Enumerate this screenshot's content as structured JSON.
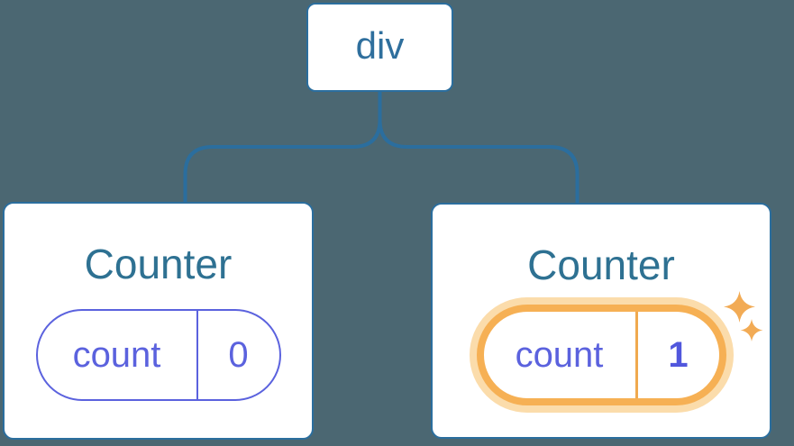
{
  "diagram": {
    "background_color": "#4b6772",
    "connector_color": "#2b6e9e",
    "root": {
      "label": "div",
      "text_color": "#2f6f9d",
      "border_color": "#2b6e9e"
    },
    "children": [
      {
        "title": "Counter",
        "title_color": "#2e7192",
        "highlighted": false,
        "pill": {
          "key": "count",
          "value": "0",
          "border_color": "#5b62de",
          "text_color": "#5b62de"
        }
      },
      {
        "title": "Counter",
        "title_color": "#2e7192",
        "highlighted": true,
        "pill": {
          "key": "count",
          "value": "1",
          "border_color": "#f6b054",
          "glow_color": "#fbdcab",
          "divider_color": "#f0a94e",
          "text_color": "#5b62de",
          "value_color": "#5157dd"
        },
        "sparkles": {
          "count": 2,
          "color": "#f2ab55"
        }
      }
    ]
  }
}
